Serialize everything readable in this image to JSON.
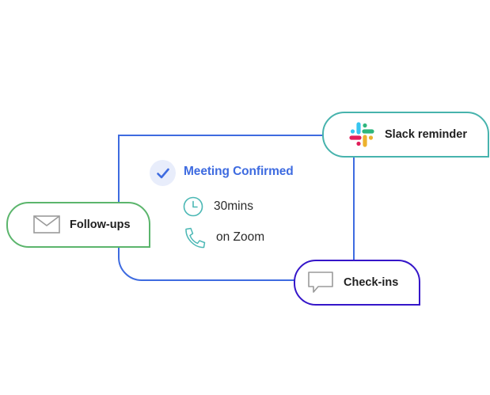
{
  "meeting_card": {
    "title": "Meeting Confirmed",
    "duration": "30mins",
    "location": "on Zoom"
  },
  "badges": {
    "slack_reminder": "Slack reminder",
    "follow_ups": "Follow-ups",
    "check_ins": "Check-ins"
  },
  "colors": {
    "card_border": "#3e6be0",
    "slack_border": "#47b3ad",
    "follow_border": "#5bb56c",
    "checkin_border": "#3516c9",
    "icon_teal": "#4cb8b5"
  },
  "icons": {
    "confirmed": "check-icon",
    "duration": "clock-icon",
    "location": "phone-icon",
    "slack": "slack-logo-icon",
    "follow_ups": "envelope-icon",
    "check_ins": "chat-bubble-icon"
  }
}
